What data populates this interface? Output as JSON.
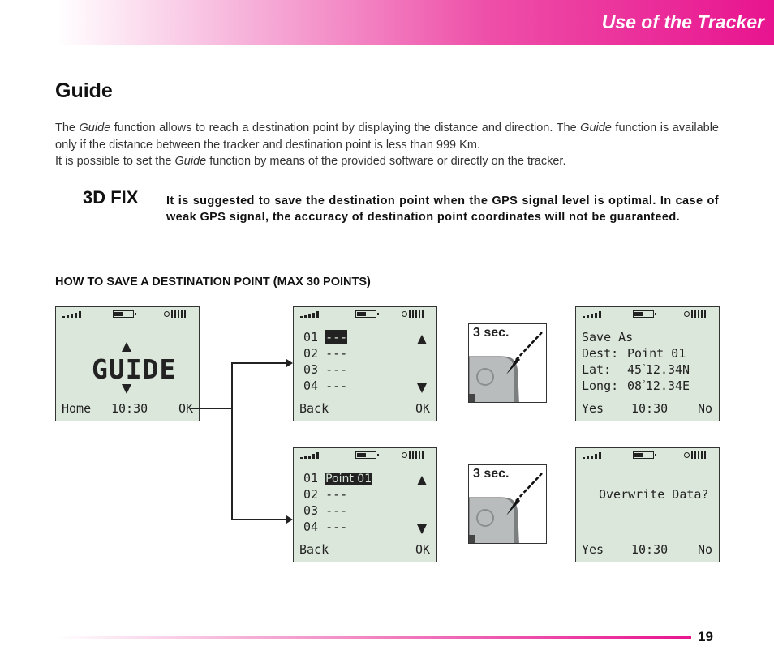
{
  "header": {
    "title": "Use of the Tracker"
  },
  "section_title": "Guide",
  "intro": {
    "p1_a": "The ",
    "p1_guide1": "Guide",
    "p1_b": " function allows to reach a destination point by displaying the distance and direction. The ",
    "p1_guide2": "Guide",
    "p1_c": " function is available only if the distance between the tracker and destination point is less than 999 Km.",
    "p2_a": "It is possible to set the ",
    "p2_guide": "Guide",
    "p2_b": " function by means of the provided software or directly on the tracker."
  },
  "fix": {
    "label": "3D FIX",
    "text": "It is suggested to save the destination point when the GPS signal level is optimal. In case of weak GPS signal, the accuracy of destination point coordinates will not be guaranteed."
  },
  "howto_title": "HOW TO SAVE A DESTINATION POINT (MAX 30 POINTS)",
  "screens": {
    "guide": {
      "big": "GUIDE",
      "left": "Home",
      "time": "10:30",
      "right": "OK"
    },
    "list1": {
      "rows": [
        {
          "num": "01",
          "val": "---"
        },
        {
          "num": "02",
          "val": "---"
        },
        {
          "num": "03",
          "val": "---"
        },
        {
          "num": "04",
          "val": "---"
        }
      ],
      "left": "Back",
      "right": "OK"
    },
    "list2": {
      "rows": [
        {
          "num": "01",
          "val": "Point 01"
        },
        {
          "num": "02",
          "val": "---"
        },
        {
          "num": "03",
          "val": "---"
        },
        {
          "num": "04",
          "val": "---"
        }
      ],
      "left": "Back",
      "right": "OK"
    },
    "save": {
      "title": "Save As",
      "dest_label": "Dest:",
      "dest_val": "Point 01",
      "lat_label": "Lat:",
      "lat_deg": "45",
      "lat_min": "12.34N",
      "long_label": "Long:",
      "long_deg": "08",
      "long_min": "12.34E",
      "left": "Yes",
      "time": "10:30",
      "right": "No"
    },
    "overwrite": {
      "question": "Overwrite Data?",
      "left": "Yes",
      "time": "10:30",
      "right": "No"
    }
  },
  "press_label": "3 sec.",
  "page_number": "19"
}
